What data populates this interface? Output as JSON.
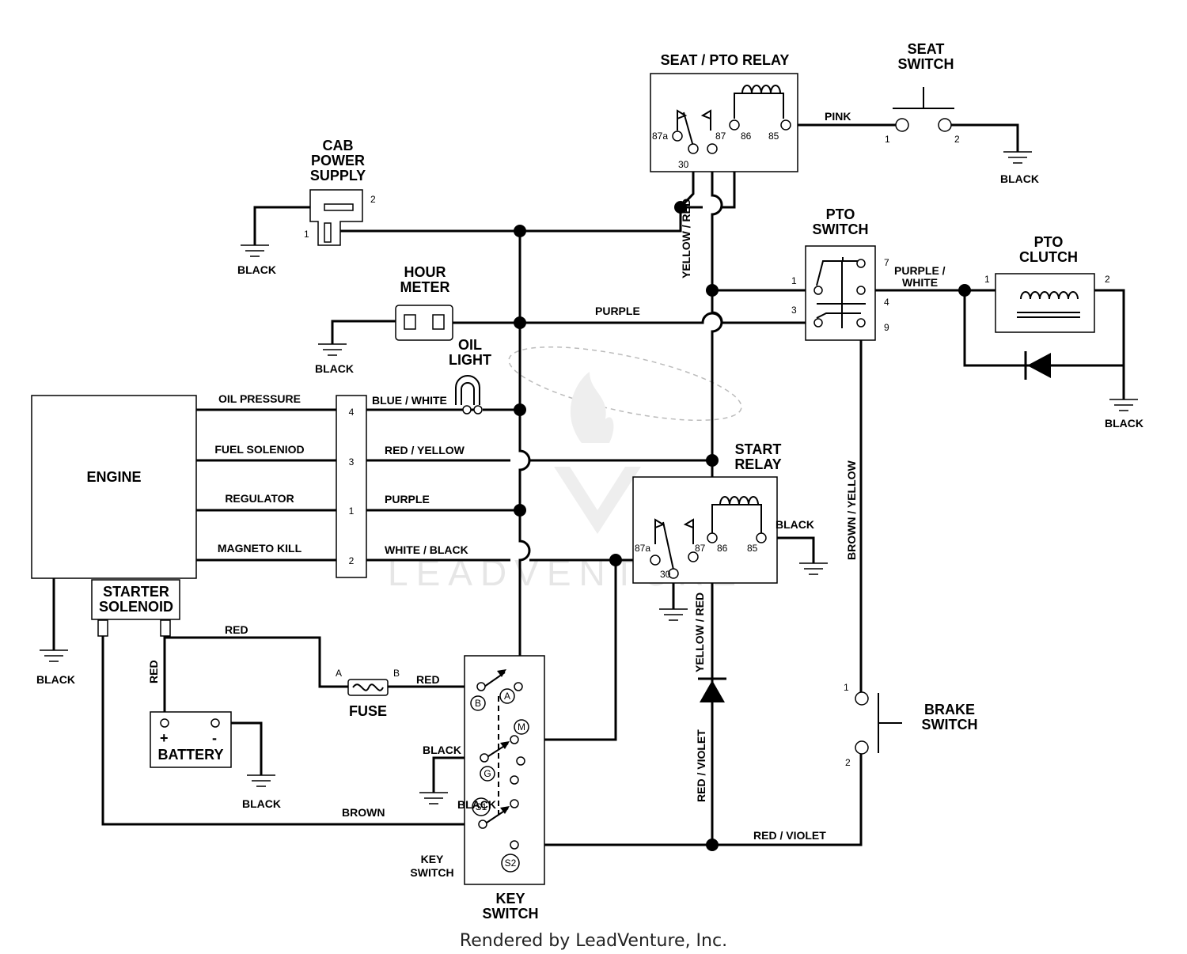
{
  "components": {
    "seat_pto_relay": "SEAT / PTO RELAY",
    "seat_switch": [
      "SEAT",
      "SWITCH"
    ],
    "cab_power_supply": [
      "CAB",
      "POWER",
      "SUPPLY"
    ],
    "hour_meter": [
      "HOUR",
      "METER"
    ],
    "oil_light": [
      "OIL",
      "LIGHT"
    ],
    "pto_switch": [
      "PTO",
      "SWITCH"
    ],
    "pto_clutch": [
      "PTO",
      "CLUTCH"
    ],
    "engine": "ENGINE",
    "start_relay": [
      "START",
      "RELAY"
    ],
    "starter_solenoid": [
      "STARTER",
      "SOLENOID"
    ],
    "fuse": "FUSE",
    "battery": "BATTERY",
    "key_switch_inner": [
      "KEY",
      "SWITCH"
    ],
    "key_switch": [
      "KEY",
      "SWITCH"
    ],
    "brake_switch": [
      "BRAKE",
      "SWITCH"
    ]
  },
  "engine_leads": {
    "oil_pressure": "OIL PRESSURE",
    "fuel_solenoid": "FUEL SOLENIOD",
    "regulator": "REGULATOR",
    "magneto_kill": "MAGNETO KILL"
  },
  "connector_pins": [
    "4",
    "3",
    "1",
    "2"
  ],
  "wires": {
    "pink": "PINK",
    "yellow_red": "YELLOW / RED",
    "purple": "PURPLE",
    "purple_white": [
      "PURPLE /",
      "WHITE"
    ],
    "blue_white": "BLUE / WHITE",
    "red_yellow": "RED / YELLOW",
    "purple_2": "PURPLE",
    "white_black": "WHITE / BLACK",
    "brown_yellow": "BROWN / YELLOW",
    "yellow_red_2": "YELLOW / RED",
    "red_violet": "RED / VIOLET",
    "red_violet_2": "RED / VIOLET",
    "red": "RED",
    "red_2": "RED",
    "red_3": "RED",
    "black": "BLACK",
    "brown": "BROWN"
  },
  "grounds": {
    "seat_switch": "BLACK",
    "cab_power": "BLACK",
    "hour_meter": "BLACK",
    "pto_clutch": "BLACK",
    "start_relay": "BLACK",
    "engine": "BLACK",
    "battery": "BLACK",
    "key_switch": "BLACK"
  },
  "relay_pins": {
    "p87a": "87a",
    "p30": "30",
    "p87": "87",
    "p86": "86",
    "p85": "85"
  },
  "start_relay_pins": {
    "p87a": "87a",
    "p30": "30",
    "p87": "87",
    "p86": "86",
    "p85": "85"
  },
  "pto_switch_pins": {
    "p1": "1",
    "p3": "3",
    "p7": "7",
    "p4": "4",
    "p9": "9"
  },
  "pto_clutch_pins": {
    "p1": "1",
    "p2": "2"
  },
  "seat_switch_pins": {
    "p1": "1",
    "p2": "2"
  },
  "cab_pins": {
    "p1": "1",
    "p2": "2"
  },
  "brake_pins": {
    "p1": "1",
    "p2": "2"
  },
  "fuse_pins": {
    "a": "A",
    "b": "B"
  },
  "battery_terms": {
    "plus": "+",
    "minus": "-"
  },
  "key_positions": {
    "b": "B",
    "a": "A",
    "m": "M",
    "g": "G",
    "s1": "S1",
    "s2": "S2"
  },
  "watermark": "LEADVENTURE",
  "credit": "Rendered by LeadVenture, Inc."
}
